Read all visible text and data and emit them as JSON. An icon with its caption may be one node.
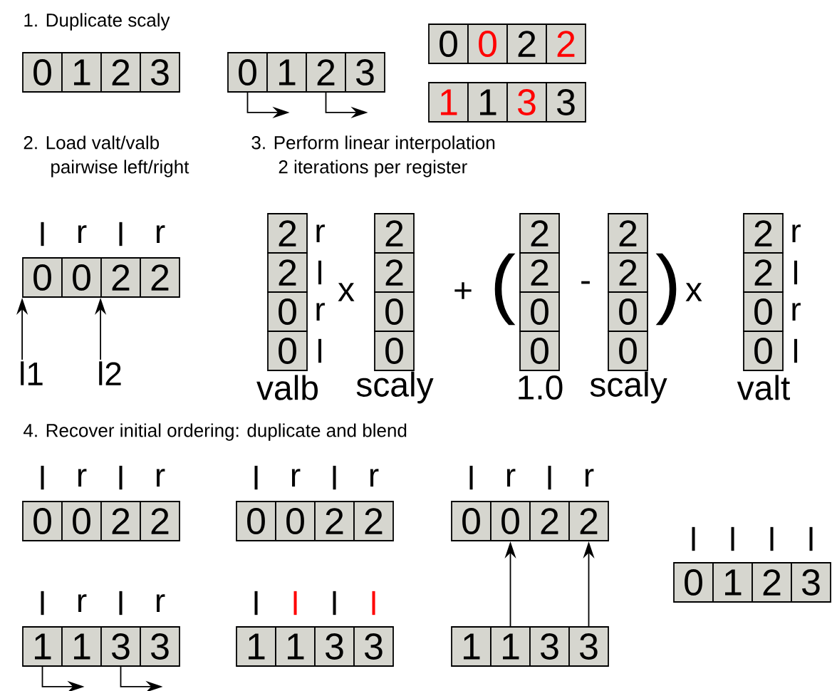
{
  "diagram": {
    "nodes": [
      {
        "text": [
          "0"
        ]
      },
      {
        "text": [
          "1"
        ]
      },
      {
        "text": [
          "2"
        ]
      },
      {
        "text": [
          "3"
        ]
      },
      {
        "text": [
          "0"
        ]
      },
      {
        "text": [
          "1"
        ]
      },
      {
        "text": [
          "2"
        ]
      },
      {
        "text": [
          "3"
        ]
      },
      {
        "text": [
          "0"
        ]
      },
      {
        "text": [
          "0"
        ]
      },
      {
        "text": [
          "2"
        ]
      },
      {
        "text": [
          "2"
        ]
      },
      {
        "text": [
          "1"
        ]
      },
      {
        "text": [
          "1"
        ]
      },
      {
        "text": [
          "3"
        ]
      },
      {
        "text": [
          "3"
        ]
      },
      {
        "text": [
          "0"
        ],
        "beside": [
          "l"
        ]
      },
      {
        "text": [
          "0"
        ],
        "beside": [
          "r"
        ]
      },
      {
        "text": [
          "2"
        ],
        "beside": [
          "l"
        ]
      },
      {
        "text": [
          "2"
        ],
        "beside": [
          "r"
        ]
      },
      {
        "text": [
          "l1"
        ]
      },
      {
        "text": [
          "l2"
        ]
      },
      {
        "text": [
          "2"
        ],
        "beside": [
          "r"
        ]
      },
      {
        "text": [
          "2"
        ],
        "beside": [
          "l"
        ]
      },
      {
        "text": [
          "0"
        ],
        "beside": [
          "r"
        ]
      },
      {
        "text": [
          "0"
        ],
        "beside": [
          "l"
        ]
      },
      {
        "text": [
          "2"
        ]
      },
      {
        "text": [
          "2"
        ]
      },
      {
        "text": [
          "0"
        ]
      },
      {
        "text": [
          "0"
        ]
      },
      {
        "text": [
          "2"
        ]
      },
      {
        "text": [
          "2"
        ]
      },
      {
        "text": [
          "0"
        ]
      },
      {
        "text": [
          "0"
        ]
      },
      {
        "text": [
          "2"
        ]
      },
      {
        "text": [
          "2"
        ]
      },
      {
        "text": [
          "0"
        ]
      },
      {
        "text": [
          "0"
        ]
      },
      {
        "text": [
          "2"
        ],
        "beside": [
          "r"
        ]
      },
      {
        "text": [
          "2"
        ],
        "beside": [
          "l"
        ]
      },
      {
        "text": [
          "0"
        ],
        "beside": [
          "r"
        ]
      },
      {
        "text": [
          "0"
        ],
        "beside": [
          "l"
        ]
      },
      {
        "text": [
          "0"
        ],
        "beside": [
          "l"
        ]
      },
      {
        "text": [
          "0"
        ],
        "beside": [
          "r"
        ]
      },
      {
        "text": [
          "2"
        ],
        "beside": [
          "l"
        ]
      },
      {
        "text": [
          "2"
        ],
        "beside": [
          "r"
        ]
      },
      {
        "text": [
          "0"
        ],
        "beside": [
          "l"
        ]
      },
      {
        "text": [
          "0"
        ],
        "beside": [
          "r"
        ]
      },
      {
        "text": [
          "2"
        ],
        "beside": [
          "l"
        ]
      },
      {
        "text": [
          "2"
        ],
        "beside": [
          "r"
        ]
      },
      {
        "text": [
          "0"
        ],
        "beside": [
          "l"
        ]
      },
      {
        "text": [
          "0"
        ],
        "beside": [
          "r"
        ]
      },
      {
        "text": [
          "2"
        ],
        "beside": [
          "l"
        ]
      },
      {
        "text": [
          "2"
        ],
        "beside": [
          "r"
        ]
      },
      {
        "text": [
          "0"
        ],
        "beside": [
          "l"
        ]
      },
      {
        "text": [
          "1"
        ],
        "beside": [
          "l"
        ]
      },
      {
        "text": [
          "2"
        ],
        "beside": [
          "l"
        ]
      },
      {
        "text": [
          "3"
        ],
        "beside": [
          "l"
        ]
      },
      {
        "text": [
          "1"
        ],
        "beside": [
          "l"
        ]
      },
      {
        "text": [
          "1"
        ],
        "beside": [
          "r"
        ]
      },
      {
        "text": [
          "3"
        ],
        "beside": [
          "l"
        ]
      },
      {
        "text": [
          "3"
        ],
        "beside": [
          "r"
        ]
      },
      {
        "text": [
          "1"
        ],
        "beside": [
          "l"
        ]
      },
      {
        "text": [
          "1"
        ],
        "beside": [
          "l"
        ]
      },
      {
        "text": [
          "3"
        ],
        "beside": [
          "l"
        ]
      },
      {
        "text": [
          "3"
        ],
        "beside": [
          "l"
        ]
      },
      {
        "text": [
          "1"
        ]
      },
      {
        "text": [
          "1"
        ]
      },
      {
        "text": [
          "3"
        ]
      },
      {
        "text": [
          "3"
        ]
      }
    ],
    "edges": [
      {
        "from": 4,
        "to": 5,
        "arrow": "to"
      },
      {
        "from": 6,
        "to": 7,
        "arrow": "to"
      },
      {
        "from": 20,
        "to": 16,
        "arrow": "to"
      },
      {
        "from": 21,
        "to": 18,
        "arrow": "to"
      },
      {
        "from": 58,
        "to": 59,
        "arrow": "to"
      },
      {
        "from": 60,
        "to": 61,
        "arrow": "to"
      },
      {
        "from": 67,
        "to": 51,
        "arrow": "to"
      },
      {
        "from": 69,
        "to": 53,
        "arrow": "to"
      }
    ],
    "labels": [
      "1. Duplicate scaly",
      "2. Load valt/valb pairwise left/right",
      "3. Perform linear interpolation 2 iterations per register",
      "x",
      "+",
      "(",
      "-",
      ")",
      "x",
      "valb",
      "scaly",
      "1.0",
      "scaly",
      "valt",
      "4. Recover initial ordering: duplicate and blend"
    ]
  }
}
